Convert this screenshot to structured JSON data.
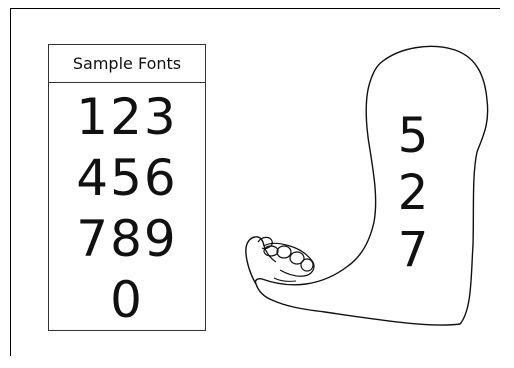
{
  "sample_box": {
    "title": "Sample Fonts",
    "rows": [
      "123",
      "456",
      "789",
      "0"
    ]
  },
  "arm": {
    "digits": [
      "5",
      "2",
      "7"
    ]
  }
}
